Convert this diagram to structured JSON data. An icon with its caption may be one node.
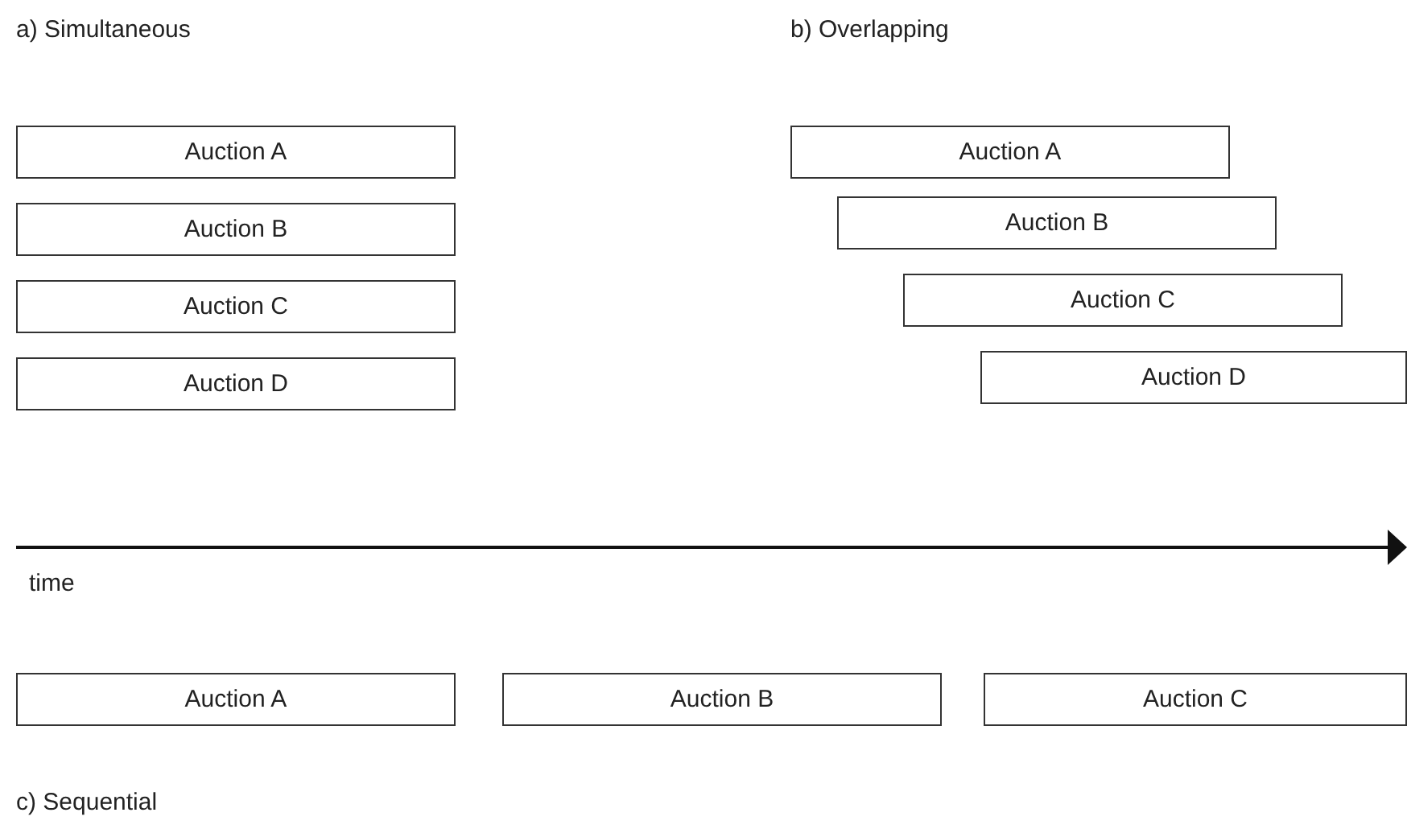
{
  "diagram": {
    "nodes": [
      {
        "text": [
          "Auction A"
        ]
      },
      {
        "text": [
          "Auction B"
        ]
      },
      {
        "text": [
          "Auction C"
        ]
      },
      {
        "text": [
          "Auction D"
        ]
      },
      {
        "text": [
          "Auction A"
        ]
      },
      {
        "text": [
          "Auction B"
        ]
      },
      {
        "text": [
          "Auction C"
        ]
      },
      {
        "text": [
          "Auction D"
        ]
      },
      {
        "text": [
          "Auction A"
        ]
      },
      {
        "text": [
          "Auction B"
        ]
      },
      {
        "text": [
          "Auction C"
        ]
      }
    ],
    "edges": [],
    "labels": [
      "a) Simultaneous",
      "b) Overlapping",
      "time",
      "c) Sequential"
    ]
  }
}
